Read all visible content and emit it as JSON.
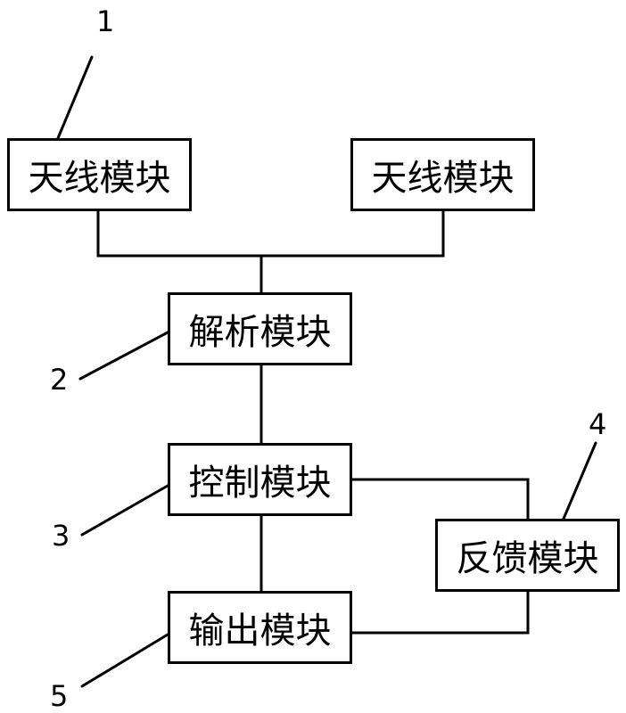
{
  "diagram": {
    "modules": {
      "antenna_left": "天线模块",
      "antenna_right": "天线模块",
      "parse": "解析模块",
      "control": "控制模块",
      "feedback": "反馈模块",
      "output": "输出模块"
    },
    "callouts": {
      "antenna": "1",
      "parse": "2",
      "control": "3",
      "feedback": "4",
      "output": "5"
    }
  }
}
